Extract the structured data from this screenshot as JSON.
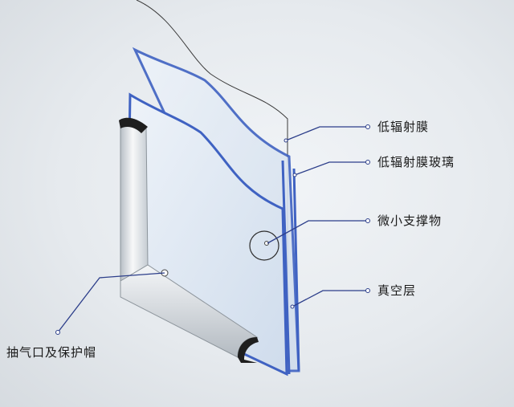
{
  "labels": {
    "low_e_film": "低辐射膜",
    "low_e_glass": "低辐射膜玻璃",
    "micro_support": "微小支撑物",
    "vacuum_layer": "真空层",
    "pump_port_cap": "抽气口及保护帽"
  },
  "colors": {
    "glass_edge": "#3f62c2",
    "glass_fill": "#dfe9f5",
    "frame_light": "#f2f4f6",
    "frame_dark": "#9aa2aa",
    "leader_line": "#2c3e8a",
    "background": "#e6eaee"
  }
}
